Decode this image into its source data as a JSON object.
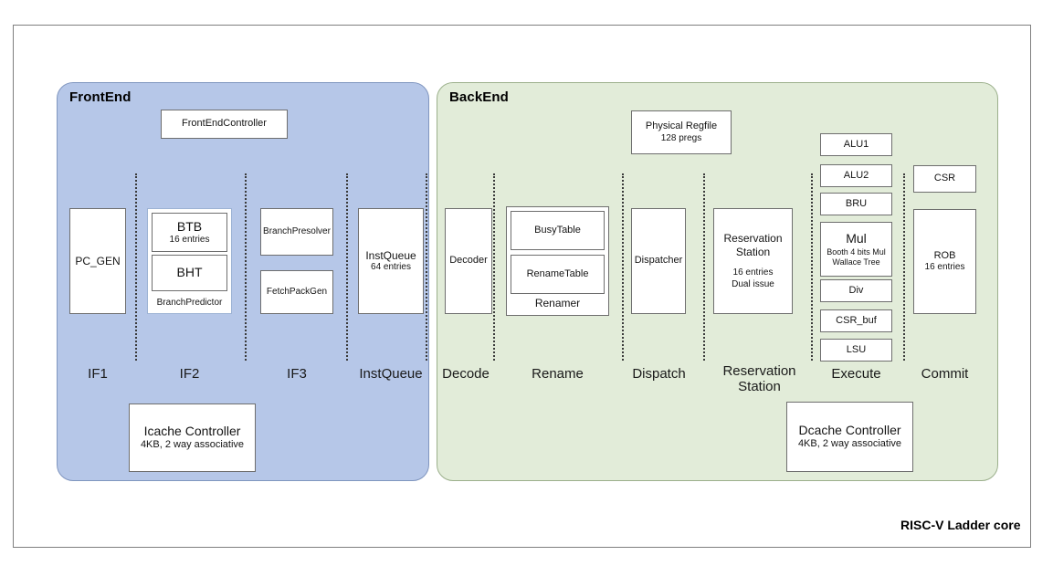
{
  "diagram": {
    "caption": "RISC-V Ladder core",
    "colors": {
      "frontend_fill": "#b6c7e8",
      "frontend_stroke": "#8096bf",
      "backend_fill": "#e2ecd9",
      "backend_stroke": "#9cb08c",
      "box_stroke": "#6e6e6e",
      "frame_stroke": "#7f7f7f",
      "divider": "#3b3b3b"
    }
  },
  "frontend": {
    "title": "FrontEnd",
    "controller": {
      "name": "FrontEndController"
    },
    "stage_labels": [
      "IF1",
      "IF2",
      "IF3",
      "InstQueue"
    ],
    "units": {
      "pc_gen": {
        "name": "PC_GEN"
      },
      "branch_predictor": {
        "name": "BranchPredictor"
      },
      "btb": {
        "name": "BTB",
        "detail": "16 entries"
      },
      "bht": {
        "name": "BHT"
      },
      "branch_presolver": {
        "name": "BranchPresolver"
      },
      "fetch_pack_gen": {
        "name": "FetchPackGen"
      },
      "inst_queue": {
        "name": "InstQueue",
        "detail": "64 entries"
      },
      "icache_controller": {
        "name": "Icache Controller",
        "detail": "4KB, 2 way associative"
      }
    }
  },
  "backend": {
    "title": "BackEnd",
    "stage_labels": [
      "Decode",
      "Rename",
      "Dispatch",
      "Reservation Station",
      "Execute",
      "Commit"
    ],
    "units": {
      "physical_regfile": {
        "name": "Physical Regfile",
        "detail": "128 pregs"
      },
      "decoder": {
        "name": "Decoder"
      },
      "renamer": {
        "name": "Renamer"
      },
      "busy_table": {
        "name": "BusyTable"
      },
      "rename_table": {
        "name": "RenameTable"
      },
      "dispatcher": {
        "name": "Dispatcher"
      },
      "reservation_station": {
        "name": "Reservation\nStation",
        "line1": "Reservation",
        "line2": "Station",
        "detail1": "16 entries",
        "detail2": "Dual issue"
      },
      "alu1": {
        "name": "ALU1"
      },
      "alu2": {
        "name": "ALU2"
      },
      "bru": {
        "name": "BRU"
      },
      "mul": {
        "name": "Mul",
        "detail1": "Booth 4 bits Mul",
        "detail2": "Wallace Tree"
      },
      "div": {
        "name": "Div"
      },
      "csr_buf": {
        "name": "CSR_buf"
      },
      "lsu": {
        "name": "LSU"
      },
      "csr": {
        "name": "CSR"
      },
      "rob": {
        "name": "ROB",
        "detail": "16 entries"
      },
      "dcache_controller": {
        "name": "Dcache Controller",
        "detail": "4KB, 2 way associative"
      }
    }
  }
}
